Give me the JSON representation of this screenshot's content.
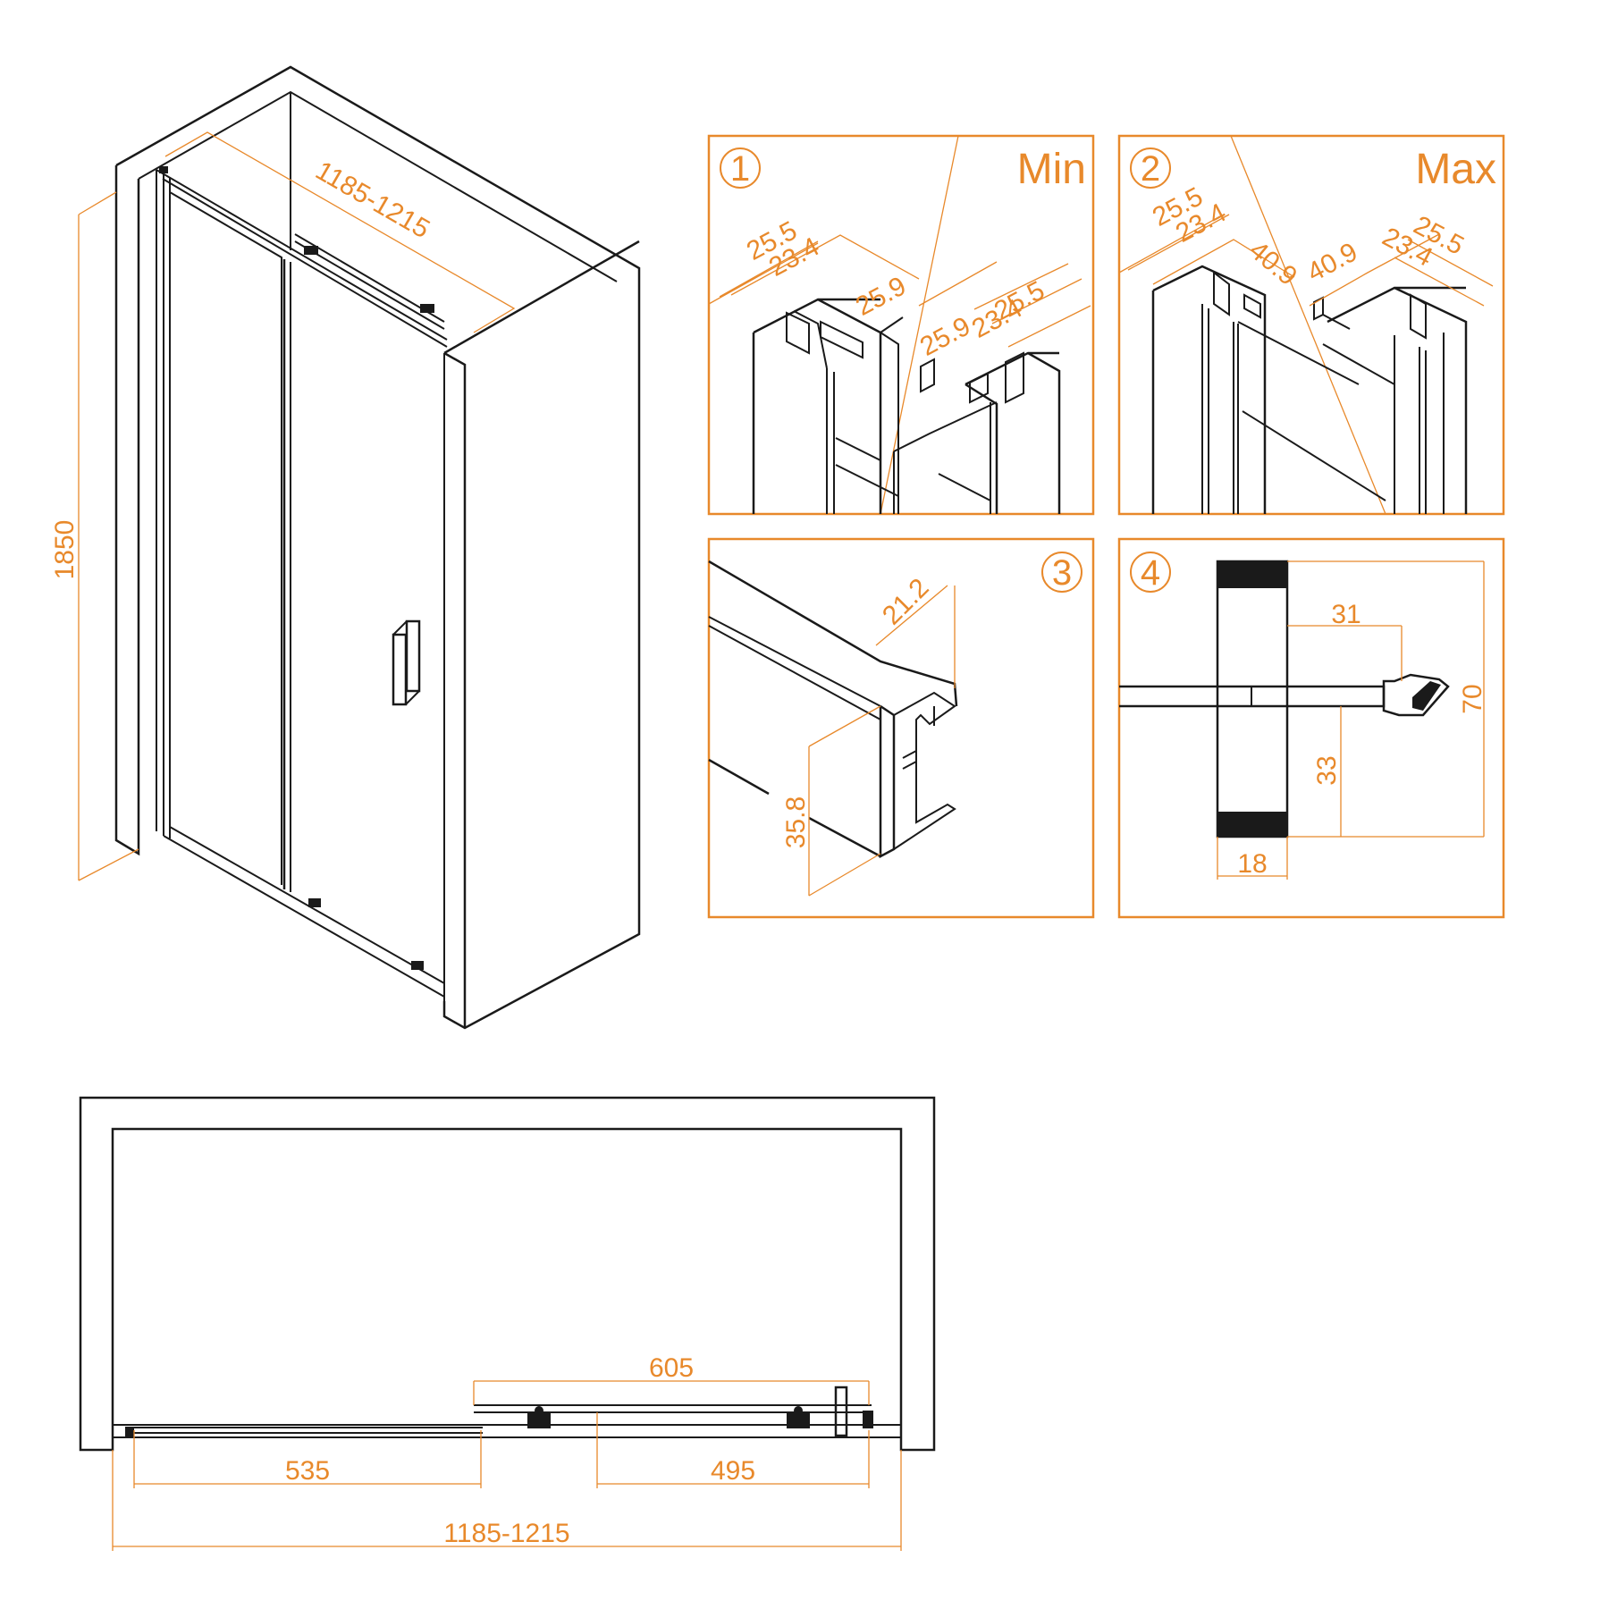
{
  "iso_view": {
    "height": "1850",
    "width_range": "1185-1215"
  },
  "details": [
    {
      "number": "1",
      "tag": "Min",
      "dims": [
        "25.5",
        "23.4",
        "25.9",
        "25.9",
        "23.4",
        "25.5"
      ]
    },
    {
      "number": "2",
      "tag": "Max",
      "dims": [
        "25.5",
        "23.4",
        "40.9",
        "40.9",
        "23.4",
        "25.5"
      ]
    },
    {
      "number": "3",
      "dims": [
        "21.2",
        "35.8"
      ]
    },
    {
      "number": "4",
      "dims": [
        "31",
        "70",
        "33",
        "18"
      ]
    }
  ],
  "plan_view": {
    "moving_panel": "605",
    "left_fixed": "535",
    "right_gap": "495",
    "overall": "1185-1215"
  },
  "colors": {
    "dimension": "#e8892b",
    "line": "#1a1a1a"
  }
}
